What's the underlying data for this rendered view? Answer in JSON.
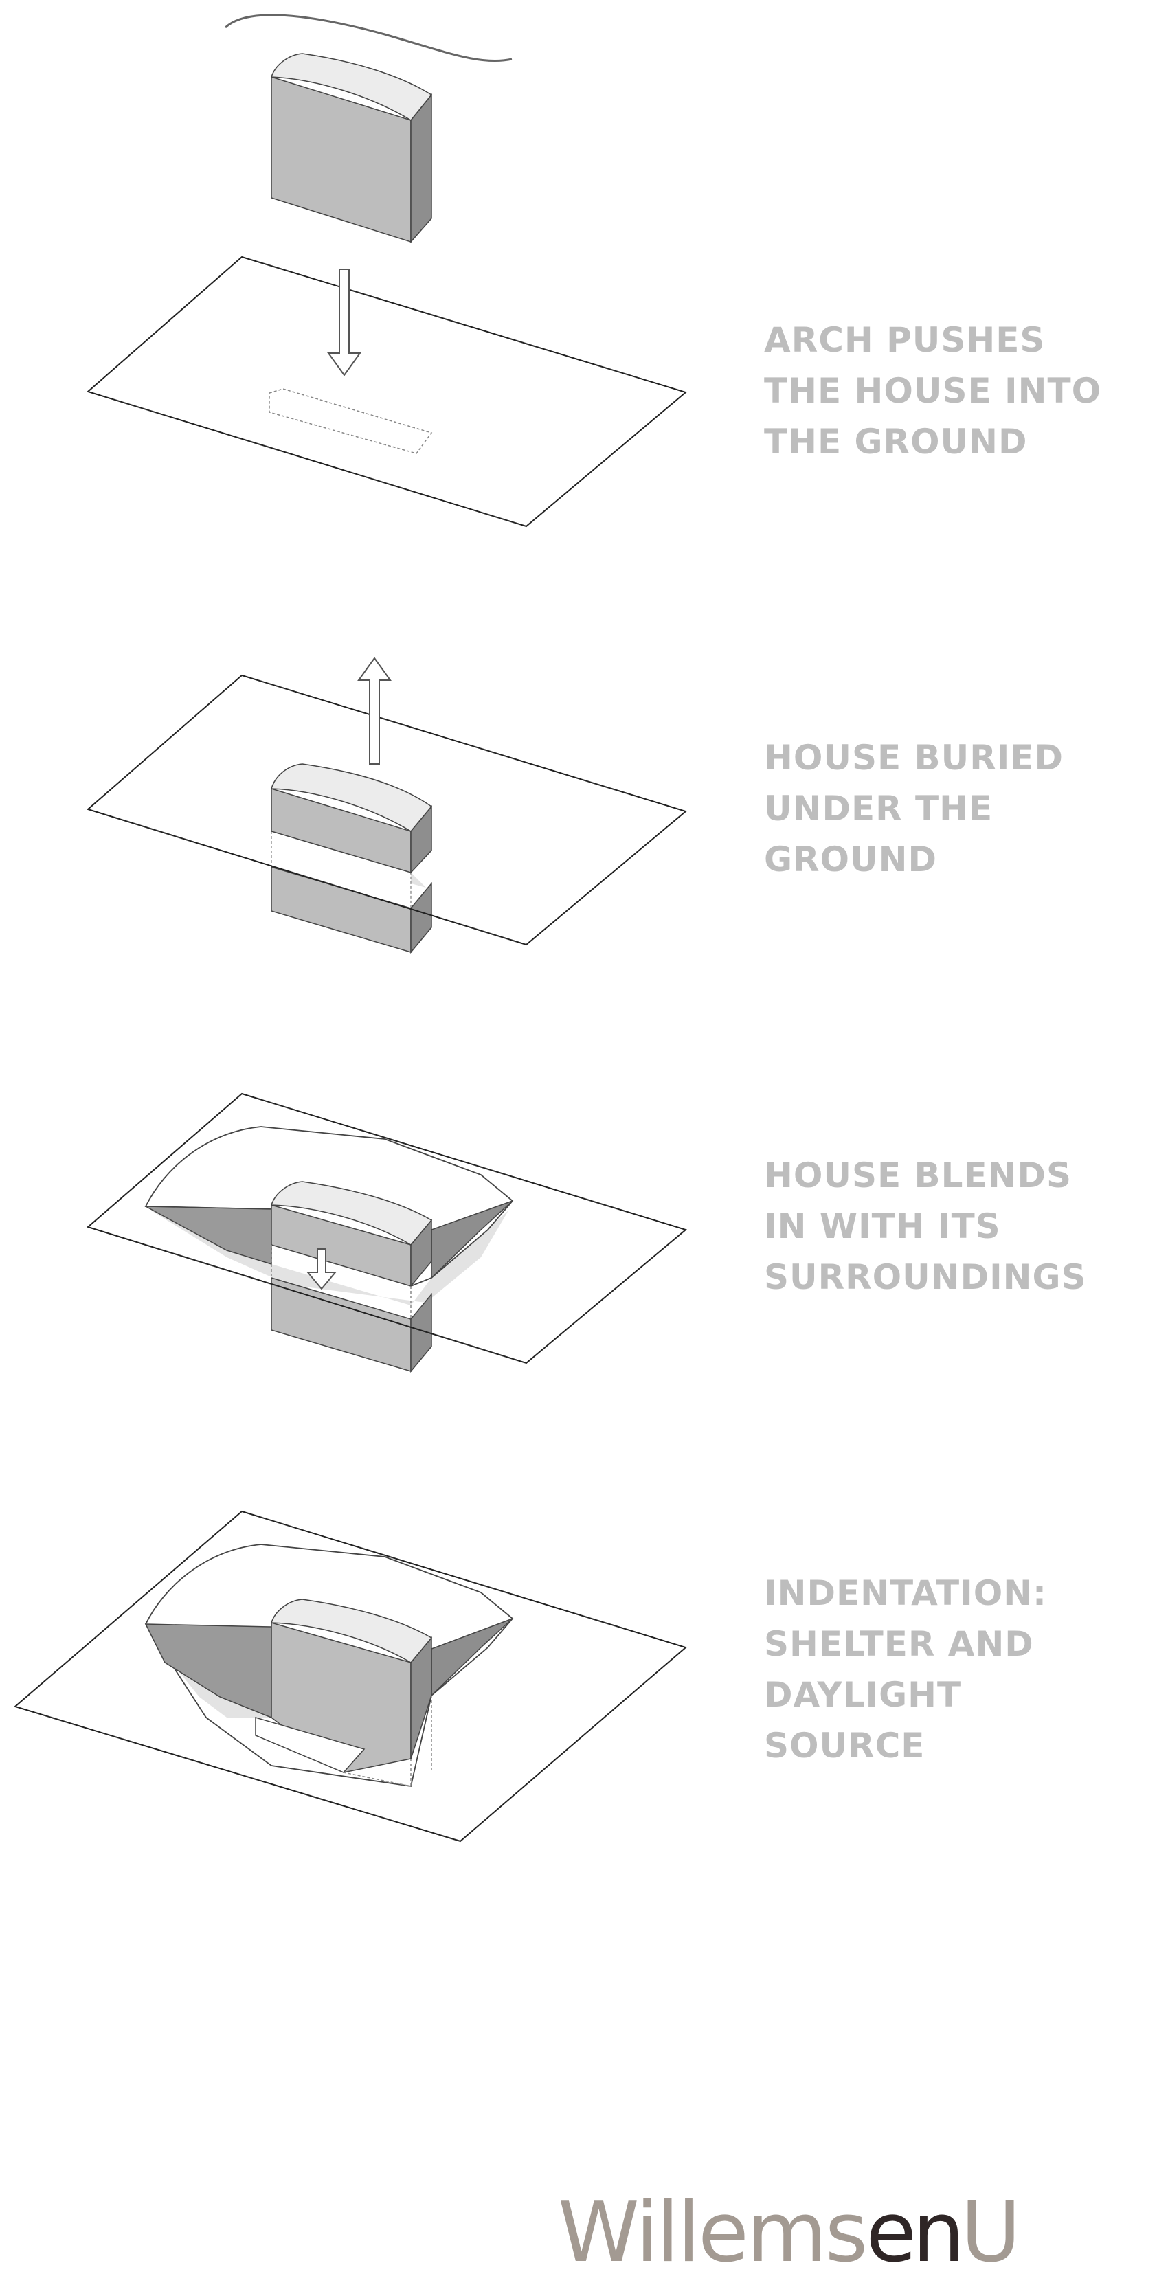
{
  "steps": [
    {
      "lines": [
        "ARCH PUSHES",
        "THE HOUSE INTO",
        "THE GROUND"
      ]
    },
    {
      "lines": [
        "HOUSE BURIED",
        "UNDER THE",
        "GROUND"
      ]
    },
    {
      "lines": [
        "HOUSE BLENDS",
        "IN WITH ITS",
        "SURROUNDINGS"
      ]
    },
    {
      "lines": [
        "INDENTATION:",
        "SHELTER AND",
        "DAYLIGHT",
        "SOURCE"
      ]
    }
  ],
  "logo": {
    "part1": "Willems",
    "part2": "en",
    "part3": "U"
  },
  "colors": {
    "caption": "#bdbdbd",
    "house_front": "#bdbdbd",
    "house_side": "#8e8e8e",
    "house_top": "#ececec",
    "shadow": "#e3e3e3",
    "line": "#222222",
    "logo_light": "#a39a92",
    "logo_dark": "#2f2626"
  }
}
